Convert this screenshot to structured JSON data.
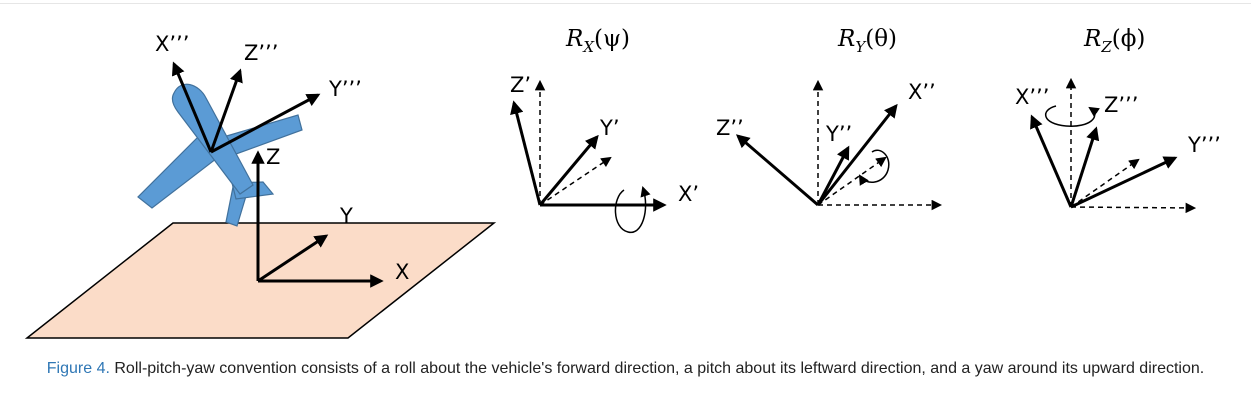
{
  "colors": {
    "plane": "#5b9bd5",
    "plane_edge": "#41719c",
    "ground": "#fbdcc8",
    "caption_label": "#2f77b5"
  },
  "icons": [
    "airplane-icon",
    "rotation-arrow-icon"
  ],
  "main_axes": {
    "x": "X",
    "y": "Y",
    "z": "Z",
    "x3": "X’’’",
    "y3": "Y’’’",
    "z3": "Z’’’"
  },
  "panels": [
    {
      "title_base": "R",
      "title_sub": "X",
      "title_arg": "(ψ)",
      "labels": {
        "x": "X’",
        "y": "Y’",
        "z": "Z’"
      }
    },
    {
      "title_base": "R",
      "title_sub": "Y",
      "title_arg": "(θ)",
      "labels": {
        "x": "X’’",
        "y": "Y’’",
        "z": "Z’’"
      }
    },
    {
      "title_base": "R",
      "title_sub": "Z",
      "title_arg": "(ϕ)",
      "labels": {
        "x": "X’’’",
        "y": "Y’’’",
        "z": "Z’’’"
      }
    }
  ],
  "caption": {
    "label": "Figure 4.",
    "text": "Roll-pitch-yaw convention consists of a roll about the vehicle's forward direction, a pitch about its leftward direction, and a yaw around its upward direction."
  }
}
